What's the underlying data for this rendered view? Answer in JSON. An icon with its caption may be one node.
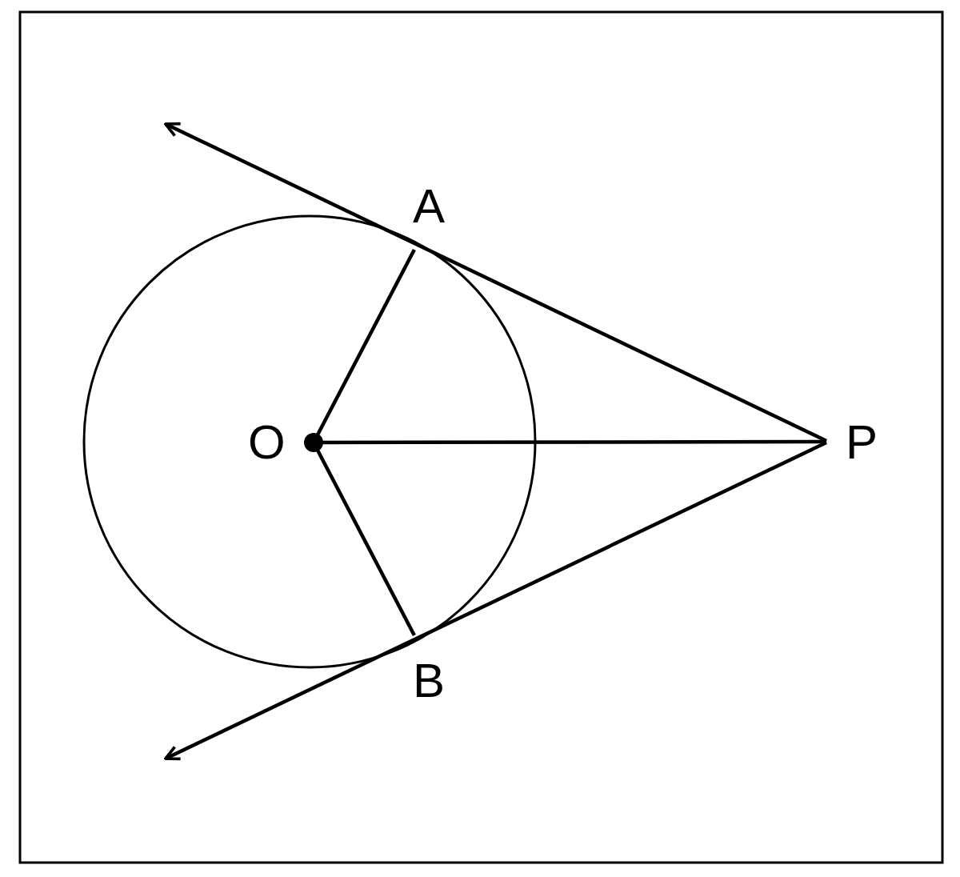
{
  "diagram": {
    "nodes": [
      {
        "text": [
          "O"
        ]
      },
      {
        "text": [
          "A"
        ]
      },
      {
        "text": [
          "B"
        ]
      },
      {
        "text": [
          "P"
        ]
      }
    ],
    "edges": [
      {
        "from": 0,
        "to": 1,
        "arrow": "none"
      },
      {
        "from": 0,
        "to": 2,
        "arrow": "none"
      },
      {
        "from": 0,
        "to": 3,
        "arrow": "none"
      },
      {
        "from": 3,
        "to": null,
        "arrow": "to"
      },
      {
        "from": 3,
        "to": null,
        "arrow": "to"
      }
    ]
  }
}
